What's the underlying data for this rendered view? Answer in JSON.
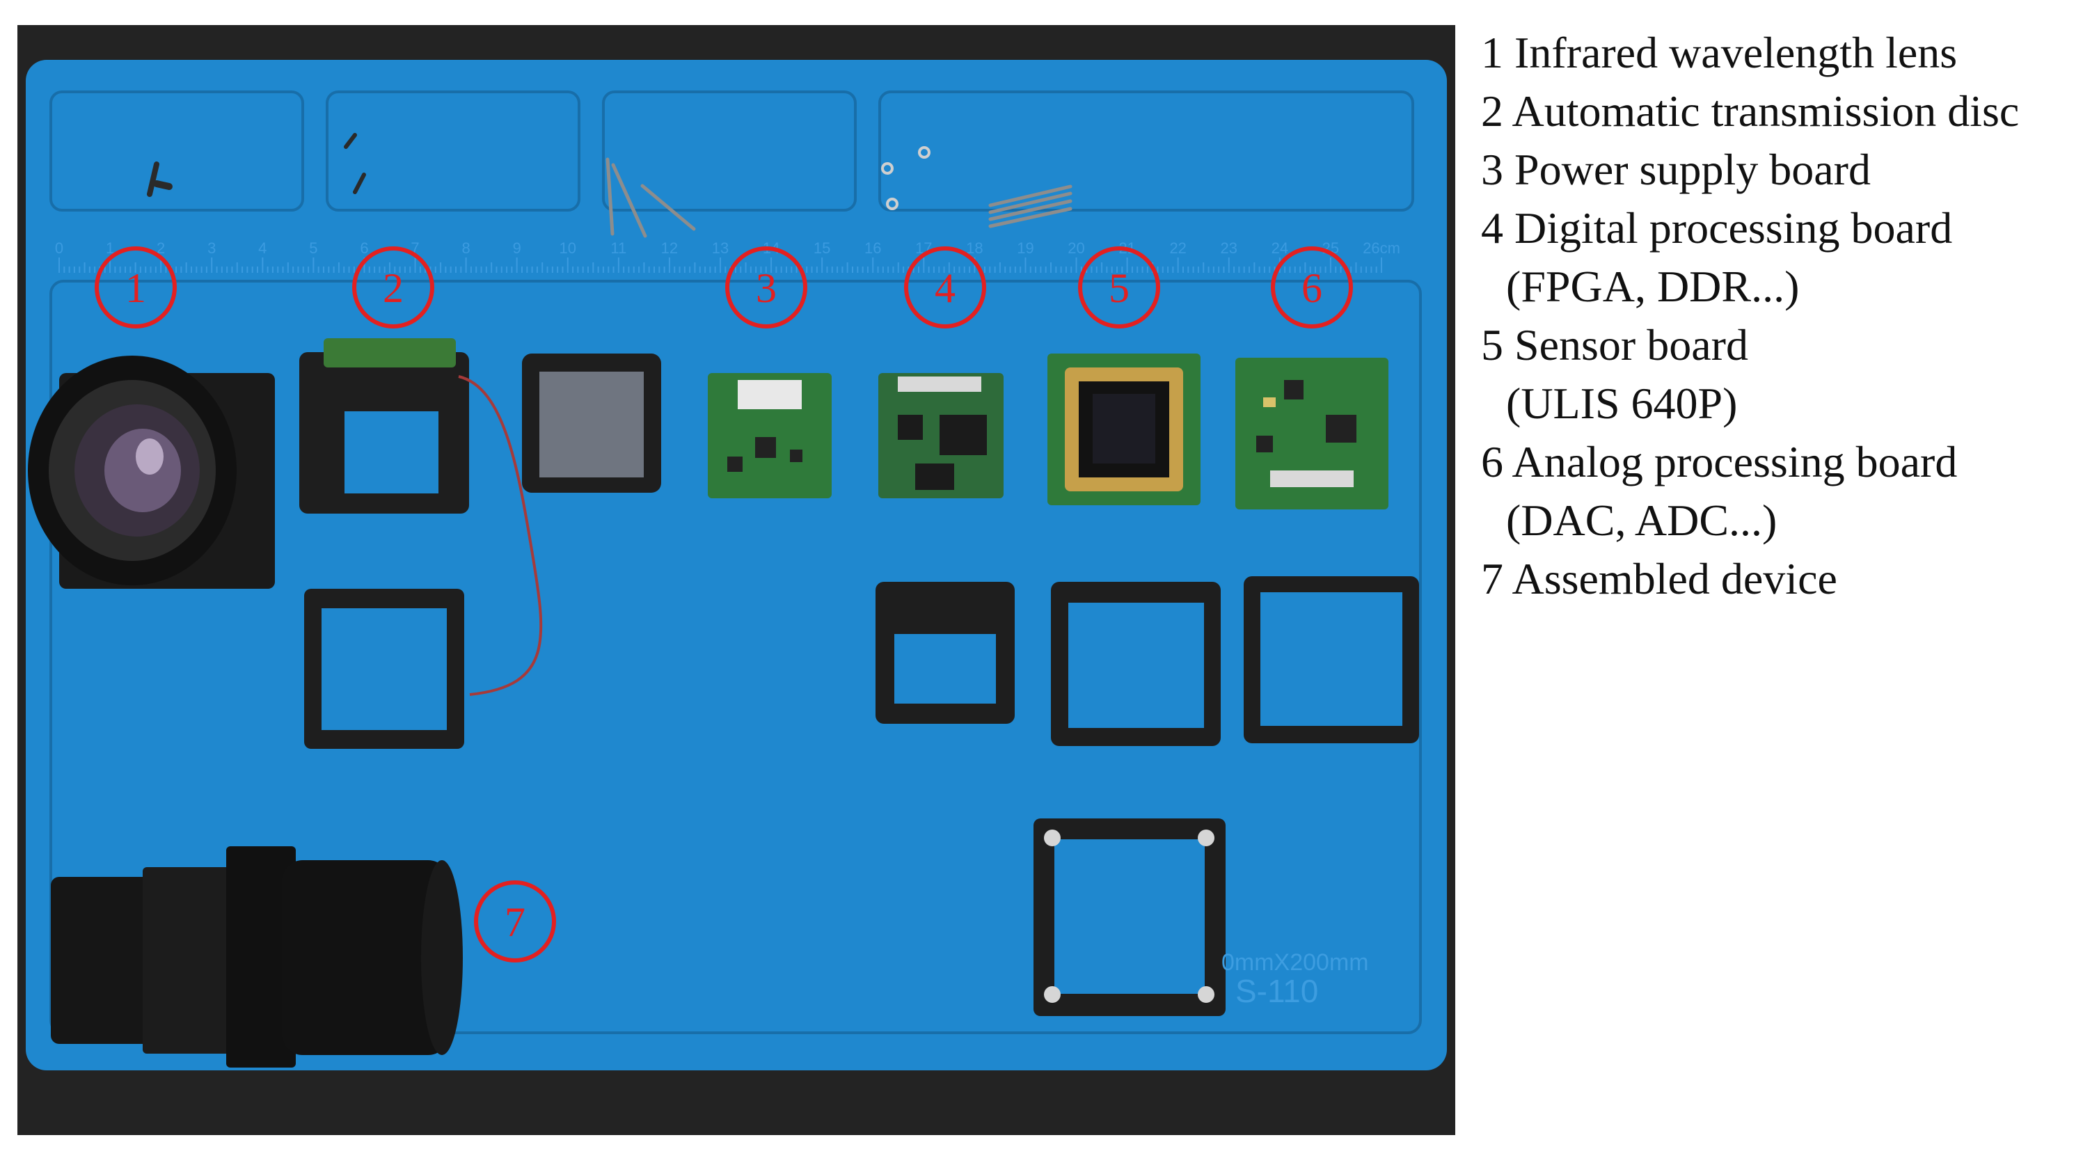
{
  "markers": [
    "1",
    "2",
    "3",
    "4",
    "5",
    "6",
    "7"
  ],
  "legend": [
    "1 Infrared wavelength lens",
    "2 Automatic transmission disc",
    "3 Power supply board",
    "4 Digital processing board",
    "(FPGA, DDR...)",
    "5 Sensor board",
    "(ULIS 640P)",
    "6 Analog processing board",
    "(DAC, ADC...)",
    "7 Assembled device"
  ],
  "mat_text": [
    "0mmX200mm",
    "S-110"
  ],
  "ruler_numbers": [
    "0",
    "1",
    "2",
    "3",
    "4",
    "5",
    "6",
    "7",
    "8",
    "9",
    "10",
    "11",
    "12",
    "13",
    "14",
    "15",
    "16",
    "17",
    "18",
    "19",
    "20",
    "21",
    "22",
    "23",
    "24",
    "25",
    "26cm"
  ],
  "colors": {
    "mat_blue": "#1f88cf",
    "marker_red": "#e32020",
    "photo_background": "#232323",
    "pcb_green": "#2f7a3a"
  }
}
